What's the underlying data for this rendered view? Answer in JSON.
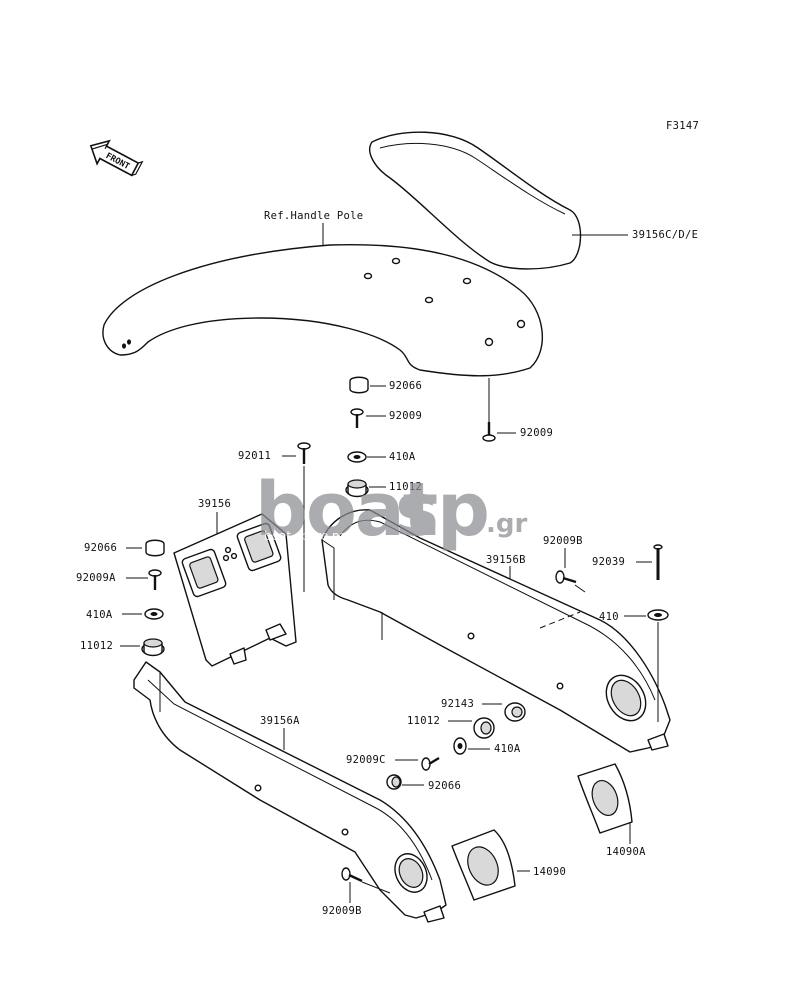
{
  "figure_code": "F3147",
  "front_label": "FRONT",
  "ref_label": "Ref.Handle Pole",
  "callouts": {
    "c1": "39156C/D/E",
    "c2": "92066",
    "c3": "92009",
    "c4": "92009",
    "c5": "92011",
    "c6": "410A",
    "c7": "11012",
    "c8": "39156",
    "c9": "92066",
    "c10": "92009A",
    "c11": "410A",
    "c12": "11012",
    "c13": "39156B",
    "c14": "92009B",
    "c15": "92039",
    "c16": "410",
    "c17": "39156A",
    "c18": "92143",
    "c19": "11012",
    "c20": "410A",
    "c21": "92009C",
    "c22": "92066",
    "c23": "14090",
    "c24": "14090A",
    "c25": "92009B"
  },
  "watermark": {
    "brand_a": "boat",
    "brand_b": "sp",
    "suffix": ".gr",
    "tagline": "boat spare parts",
    "color": "#8a8d92"
  }
}
